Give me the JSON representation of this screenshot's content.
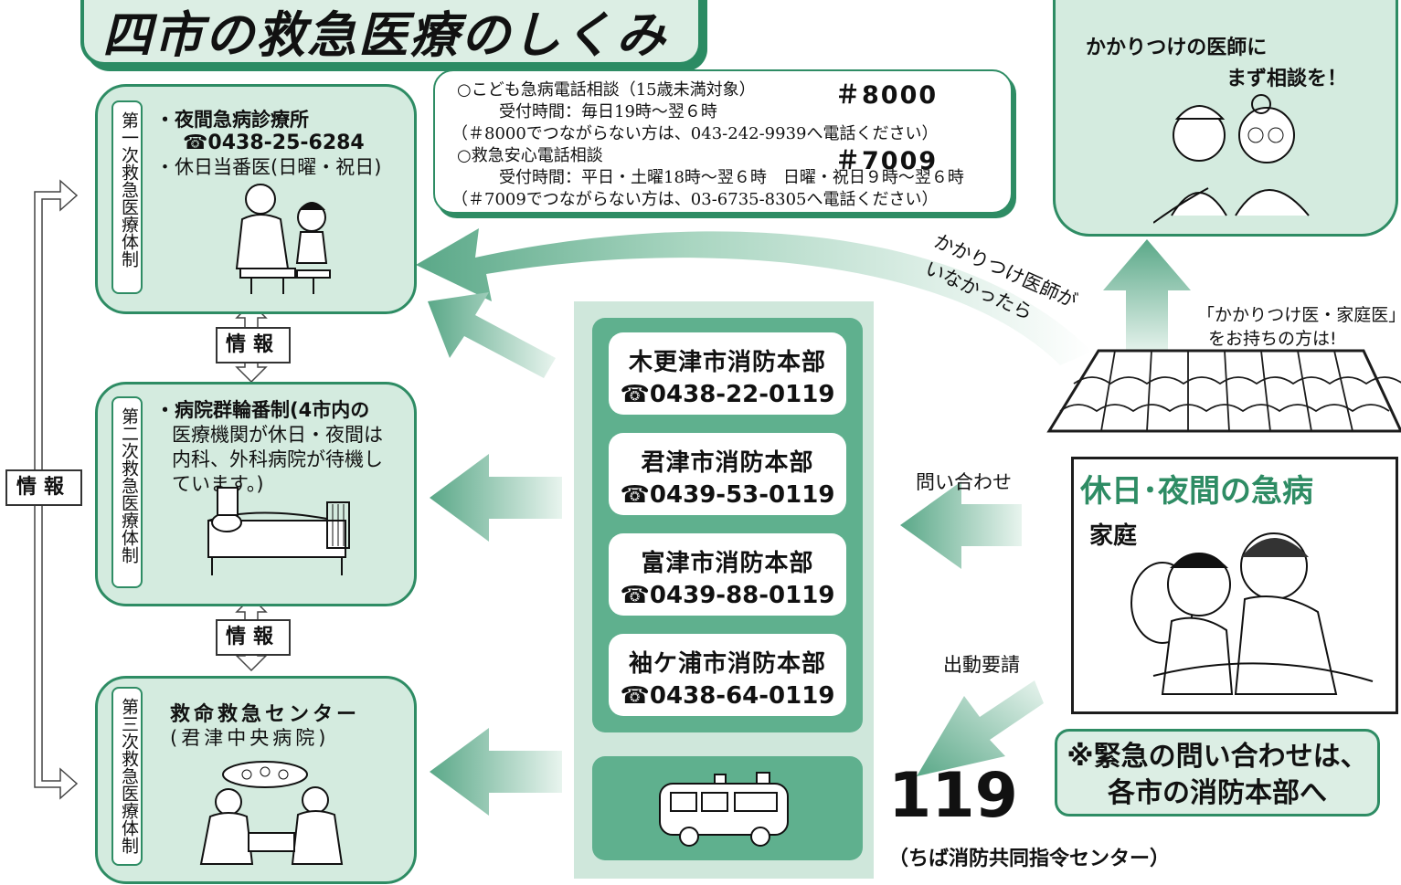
{
  "title": "四市の救急医療のしくみ",
  "tier1": {
    "label": "第一次救急医療体制",
    "items": [
      "・夜間急病診療所",
      "☎0438-25-6284",
      "・休日当番医(日曜・祝日)"
    ]
  },
  "tier2": {
    "label": "第二次救急医療体制",
    "lines": [
      "・病院群輪番制(4市内の",
      "医療機関が休日・夜間は",
      "内科、外科病院が待機し",
      "ています。)"
    ]
  },
  "tier3": {
    "label": "第三次救急医療体制",
    "lines": [
      "救命救急センター",
      "(君津中央病院)"
    ]
  },
  "info_label": "情報",
  "phone_consult": {
    "kids_label": "○こども急病電話相談（15歳未満対象）",
    "kids_number": "＃8000",
    "kids_hours": "受付時間：毎日19時～翌６時",
    "kids_note": "（＃8000でつながらない方は、043-242-9939へ電話ください）",
    "adult_label": "○救急安心電話相談",
    "adult_number": "＃7009",
    "adult_hours": "受付時間：平日・土曜18時～翌６時　日曜・祝日９時～翌６時",
    "adult_note": "（＃7009でつながらない方は、03-6735-8305へ電話ください）"
  },
  "fire_depts": [
    {
      "name": "木更津市消防本部",
      "phone": "☎0438-22-0119"
    },
    {
      "name": "君津市消防本部",
      "phone": "☎0439-53-0119"
    },
    {
      "name": "富津市消防本部",
      "phone": "☎0439-88-0119"
    },
    {
      "name": "袖ケ浦市消防本部",
      "phone": "☎0438-64-0119"
    }
  ],
  "family_doctor": {
    "line1": "かかりつけの医師に",
    "line2": "まず相談を！"
  },
  "curve_label": [
    "かかりつけ医師が",
    "いなかったら"
  ],
  "have_doctor": [
    "「かかりつけ医・家庭医」",
    "をお持ちの方は!"
  ],
  "inquiry": "問い合わせ",
  "dispatch": "出動要請",
  "house_title": "休日･夜間の急病",
  "house_sub": "家庭",
  "emergency_number": "119",
  "emergency_center": "（ちば消防共同指令センター）",
  "note": [
    "※緊急の問い合わせは、",
    "各市の消防本部へ"
  ],
  "colors": {
    "accent": "#2e8c64",
    "light": "#d4ebdf",
    "mid": "#5fb08e"
  }
}
